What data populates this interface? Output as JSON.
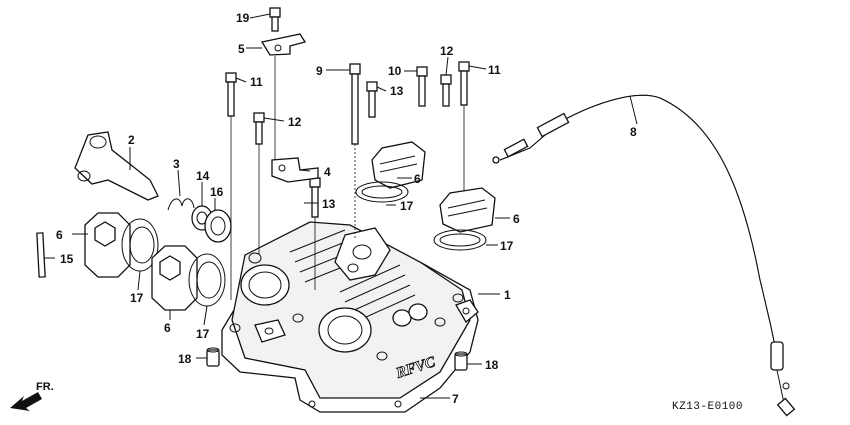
{
  "callouts": {
    "c1": "1",
    "c2": "2",
    "c3": "3",
    "c4": "4",
    "c5": "5",
    "c6a": "6",
    "c6b": "6",
    "c6c": "6",
    "c6d": "6",
    "c7": "7",
    "c8": "8",
    "c9": "9",
    "c10": "10",
    "c11a": "11",
    "c11b": "11",
    "c12a": "12",
    "c12b": "12",
    "c13a": "13",
    "c13b": "13",
    "c14": "14",
    "c15": "15",
    "c16": "16",
    "c17a": "17",
    "c17b": "17",
    "c17c": "17",
    "c17d": "17",
    "c18a": "18",
    "c18b": "18",
    "c19": "19"
  },
  "direction_label": "FR.",
  "diagram_code": "KZ13-E0100",
  "cover_logo": "RFVC",
  "colors": {
    "line": "#111111",
    "background": "#ffffff"
  }
}
